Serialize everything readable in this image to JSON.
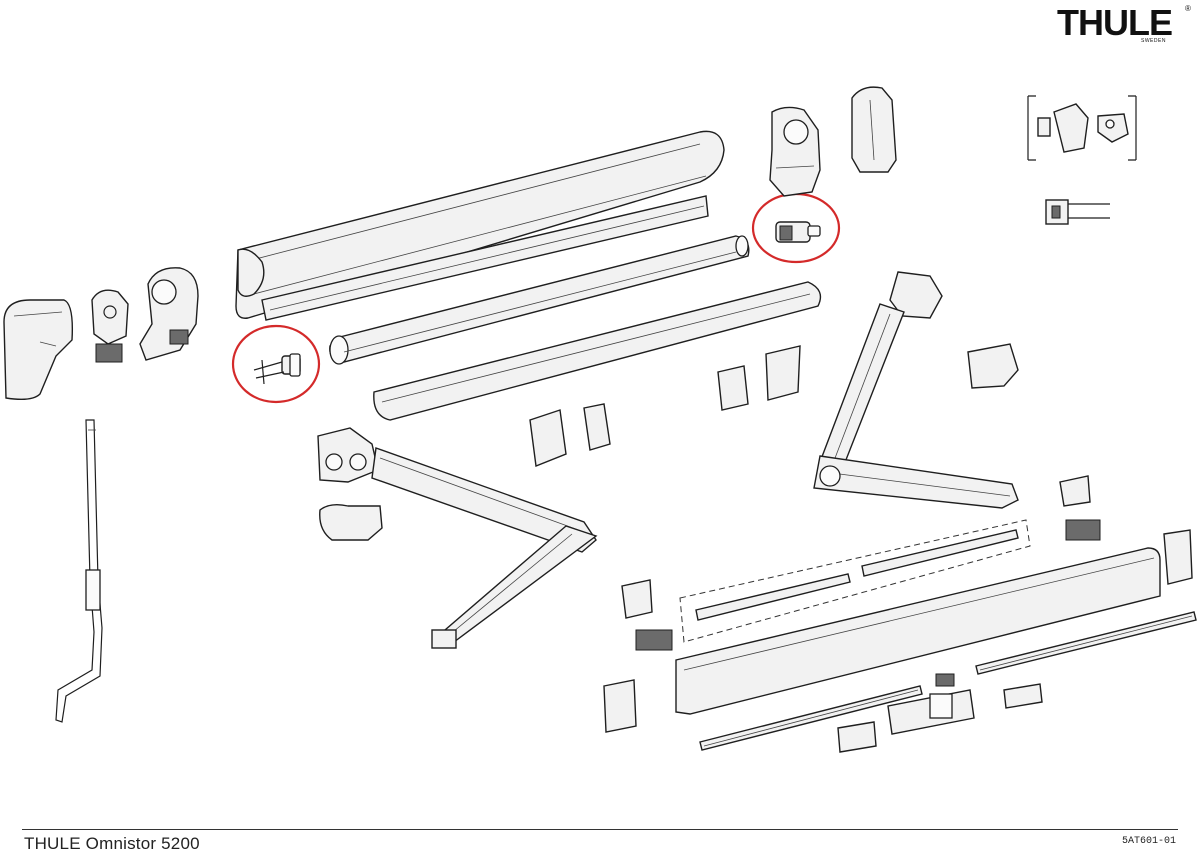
{
  "brand": {
    "logo_text": "THULE",
    "logo_subtext": "SWEDEN",
    "registered_mark": "®"
  },
  "footer": {
    "title": "THULE Omnistor 5200",
    "code": "5AT601-01"
  },
  "colors": {
    "outline": "#1f1f1f",
    "part_fill": "#f2f2f2",
    "highlight": "#d42a2a"
  },
  "highlighted_parts": 2
}
